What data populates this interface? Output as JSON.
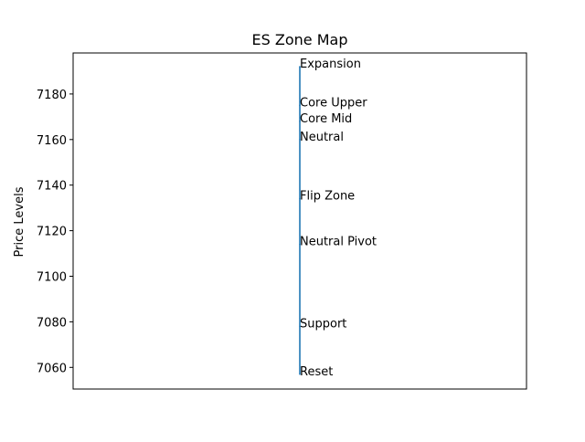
{
  "chart_data": {
    "type": "line",
    "title": "ES Zone Map",
    "xlabel": "",
    "ylabel": "Price Levels",
    "ylim": [
      7050.5,
      7198
    ],
    "yticks": [
      7060,
      7080,
      7100,
      7120,
      7140,
      7160,
      7180
    ],
    "grid": false,
    "legend": "none",
    "line_color": "#1f77b4",
    "series": [
      {
        "x": 0,
        "values": [
          7192,
          7175,
          7168,
          7160,
          7134,
          7114,
          7078,
          7057
        ]
      }
    ],
    "annotations": [
      {
        "text": "Expansion",
        "y": 7192
      },
      {
        "text": "Core Upper",
        "y": 7175
      },
      {
        "text": "Core Mid",
        "y": 7168
      },
      {
        "text": "Neutral",
        "y": 7160
      },
      {
        "text": "Flip Zone",
        "y": 7134
      },
      {
        "text": "Neutral Pivot",
        "y": 7114
      },
      {
        "text": "Support",
        "y": 7078
      },
      {
        "text": "Reset",
        "y": 7057
      }
    ]
  }
}
